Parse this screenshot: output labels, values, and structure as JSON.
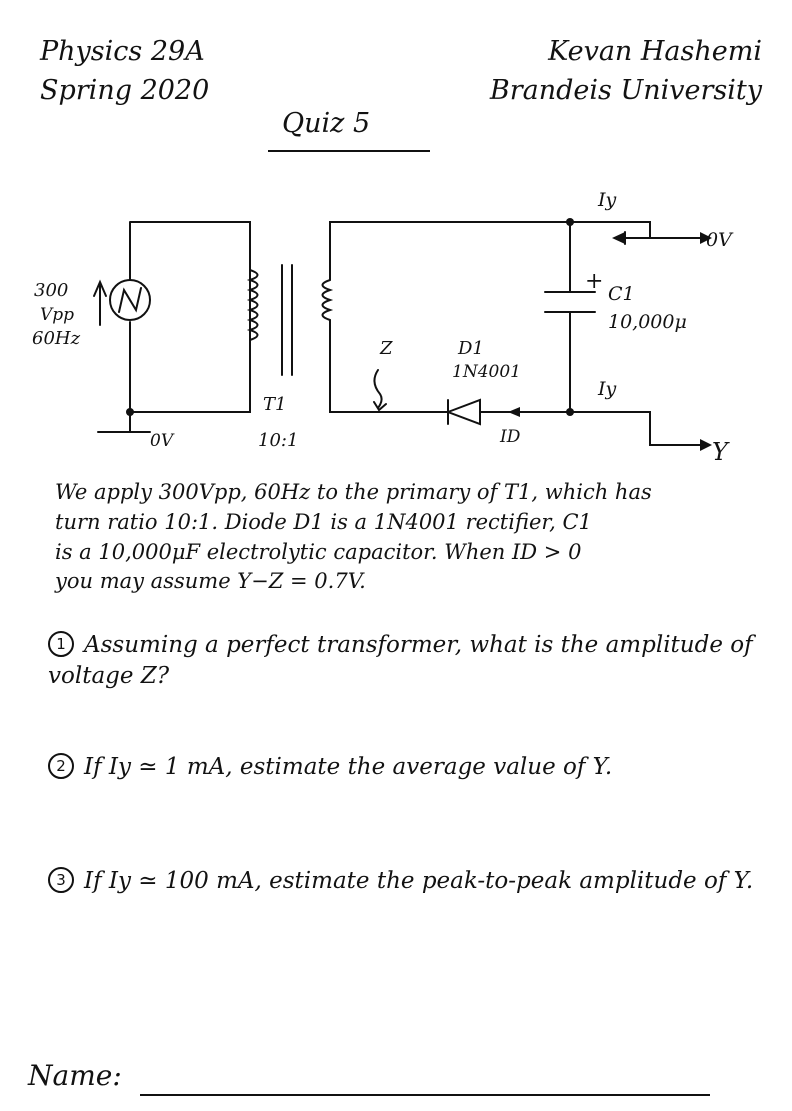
{
  "header": {
    "course": "Physics 29A",
    "term": "Spring 2020",
    "author": "Kevan Hashemi",
    "institution": "Brandeis University",
    "title": "Quiz 5"
  },
  "circuit": {
    "source_amplitude": "300",
    "source_unit": "Vpp",
    "source_frequency": "60Hz",
    "source_symbol": "N",
    "ground_left": "0V",
    "ground_right": "0V",
    "transformer_name": "T1",
    "transformer_ratio": "10:1",
    "node_z": "Z",
    "diode_name": "D1",
    "diode_part": "1N4001",
    "diode_current": "ID",
    "cap_polarity": "+",
    "cap_name": "C1",
    "cap_value": "10,000μ",
    "output_current_top": "Iy",
    "output_current_bottom": "Iy",
    "output_node": "Y"
  },
  "intro": {
    "line1": "We apply 300Vpp, 60Hz to the primary of T1, which has",
    "line2": "turn ratio 10:1. Diode D1 is a 1N4001 rectifier, C1",
    "line3": "is a 10,000μF electrolytic capacitor. When ID > 0",
    "line4": "you may assume Y−Z = 0.7V."
  },
  "questions": [
    {
      "number": "1",
      "text": "Assuming a perfect transformer, what is the amplitude of voltage Z?"
    },
    {
      "number": "2",
      "text": "If Iy ≃ 1 mA, estimate the average value of Y."
    },
    {
      "number": "3",
      "text": "If Iy ≃ 100 mA, estimate the peak-to-peak amplitude of Y."
    }
  ],
  "footer": {
    "name_label": "Name:"
  }
}
